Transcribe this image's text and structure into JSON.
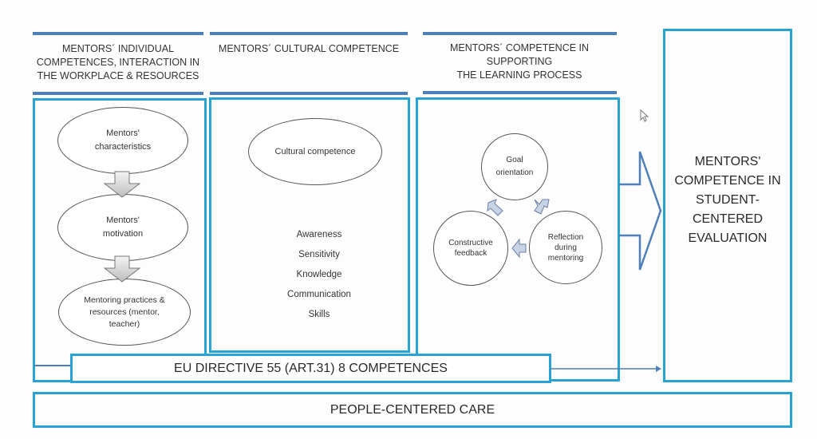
{
  "columns": [
    {
      "heading": "MENTORS´ INDIVIDUAL COMPETENCES, INTERACTION IN THE WORKPLACE & RESOURCES",
      "heading_lines": [
        "MENTORS´ INDIVIDUAL",
        "COMPETENCES, INTERACTION IN",
        "THE WORKPLACE & RESOURCES"
      ],
      "nodes": [
        {
          "lines": [
            "Mentors'",
            "characteristics"
          ]
        },
        {
          "lines": [
            "Mentors'",
            "motivation"
          ]
        },
        {
          "lines": [
            "Mentoring practices &",
            "resources (mentor,",
            "teacher)"
          ]
        }
      ]
    },
    {
      "heading": "MENTORS´ CULTURAL COMPETENCE",
      "heading_lines": [
        "MENTORS´ CULTURAL COMPETENCE"
      ],
      "node": {
        "label": "Cultural competence"
      },
      "items": [
        "Awareness",
        "Sensitivity",
        "Knowledge",
        "Communication",
        "Skills"
      ]
    },
    {
      "heading": "MENTORS´ COMPETENCE IN SUPPORTING THE LEARNING PROCESS",
      "heading_lines": [
        "MENTORS´ COMPETENCE IN SUPPORTING",
        "THE LEARNING PROCESS"
      ],
      "cycle": [
        {
          "lines": [
            "Goal",
            "orientation"
          ]
        },
        {
          "lines": [
            "Reflection",
            "during",
            "mentoring"
          ]
        },
        {
          "lines": [
            "Constructive",
            "feedback"
          ]
        }
      ]
    }
  ],
  "outcome": {
    "lines": [
      "MENTORS'",
      "COMPETENCE IN",
      "STUDENT-",
      "CENTERED",
      "EVALUATION"
    ]
  },
  "directive": {
    "label": "EU DIRECTIVE 55 (ART.31) 8 COMPETENCES"
  },
  "footer": {
    "label": "PEOPLE-CENTERED CARE"
  },
  "colors": {
    "box_border": "#27a3d6",
    "header_bar": "#4f7fb8",
    "arrow_stroke": "#4f7fb8"
  }
}
